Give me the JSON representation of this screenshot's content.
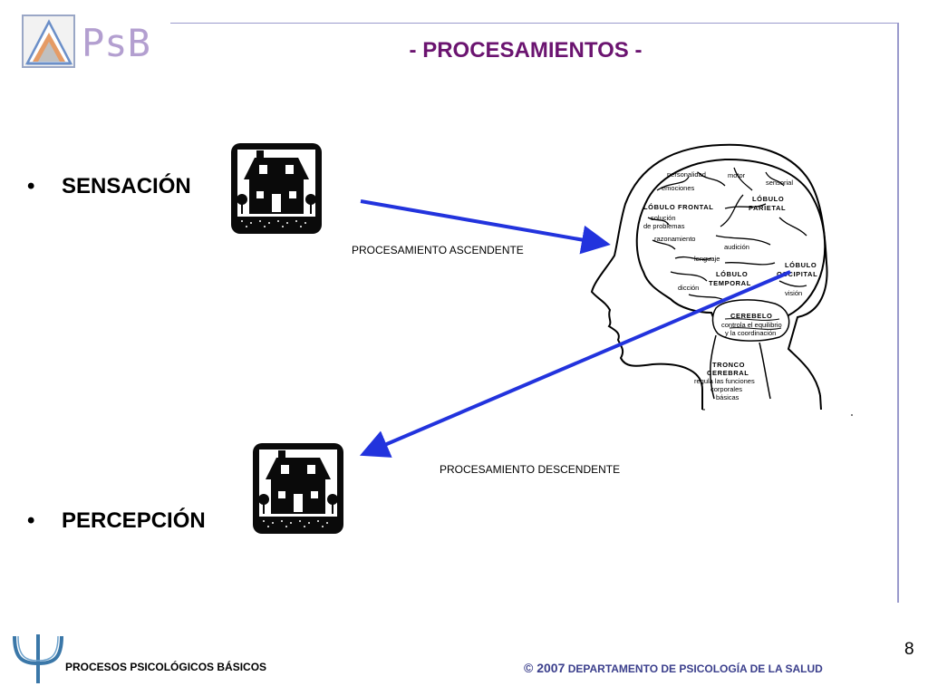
{
  "slide": {
    "title": "- PROCESAMIENTOS -",
    "page_number": "8"
  },
  "logo": {
    "text": "PsB",
    "color_text": "#b39fd0",
    "color_accent": "#e08a4a",
    "color_blue": "#6b8fc8"
  },
  "bullets": [
    {
      "marker": "•",
      "label": "SENSACIÓN"
    },
    {
      "marker": "•",
      "label": "PERCEPCIÓN"
    }
  ],
  "icons": {
    "top": "house-icon",
    "bottom": "house-icon"
  },
  "arrows": {
    "ascending_label": "PROCESAMIENTO ASCENDENTE",
    "descending_label": "PROCESAMIENTO DESCENDENTE",
    "color": "#2233dd"
  },
  "brain": {
    "labels": {
      "personalidad": "personalidad",
      "motor": "motor",
      "sensorial": "sensorial",
      "emociones": "emociones",
      "frontal_1": "LÓBULO FRONTAL",
      "parietal_1": "LÓBULO",
      "parietal_2": "PARIETAL",
      "solucion_1": "solución",
      "solucion_2": "de problemas",
      "razonamiento": "razonamiento",
      "audicion": "audición",
      "lenguaje": "lenguaje",
      "occipital_1": "LÓBULO",
      "occipital_2": "OCCIPITAL",
      "temporal_1": "LÓBULO",
      "temporal_2": "TEMPORAL",
      "diccion": "dicción",
      "vision": "visión",
      "cerebelo": "CEREBELO",
      "cerebelo_desc_1": "controla el equilibrio",
      "cerebelo_desc_2": "y la coordinación",
      "tronco_1": "TRONCO",
      "tronco_2": "CEREBRAL",
      "tronco_desc_1": "regula las funciones",
      "tronco_desc_2": "corporales",
      "tronco_desc_3": "básicas"
    }
  },
  "footer": {
    "left": "PROCESOS PSICOLÓGICOS BÁSICOS",
    "right_symbol": "© 2007",
    "right_text": "DEPARTAMENTO DE PSICOLOGÍA DE LA SALUD",
    "right_color": "#3b3f8c"
  }
}
